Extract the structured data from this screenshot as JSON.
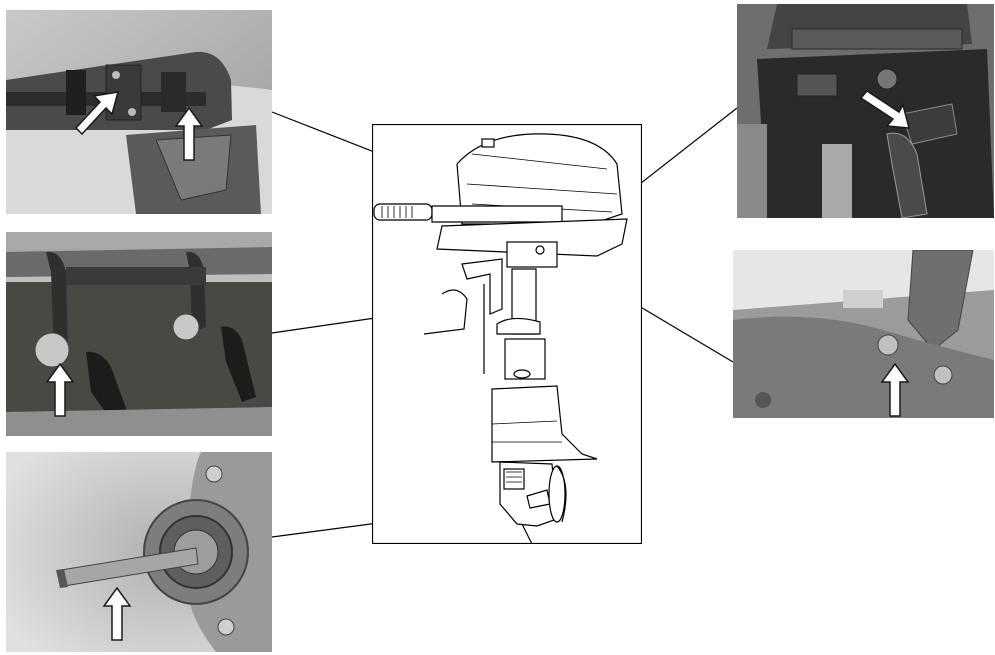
{
  "diagram": {
    "title": "",
    "colors": {
      "line": "#000000",
      "arrow_fill": "#ffffff",
      "arrow_stroke": "#1a1a1a",
      "photo_dark": "#3a3a3a",
      "photo_mid": "#8a8a8a",
      "photo_light": "#d8d8d8"
    },
    "photos": [
      {
        "id": "tiller-throttle-linkage",
        "icons": [
          "up-arrow-icon",
          "diagonal-arrow-icon"
        ]
      },
      {
        "id": "clamp-bracket-screws",
        "icons": [
          "up-arrow-icon"
        ]
      },
      {
        "id": "propeller-shaft",
        "icons": [
          "up-arrow-icon"
        ]
      },
      {
        "id": "steering-friction-bolt",
        "icons": [
          "diagonal-arrow-icon"
        ]
      },
      {
        "id": "swivel-bracket-grease-point",
        "icons": [
          "up-arrow-icon"
        ]
      }
    ]
  }
}
